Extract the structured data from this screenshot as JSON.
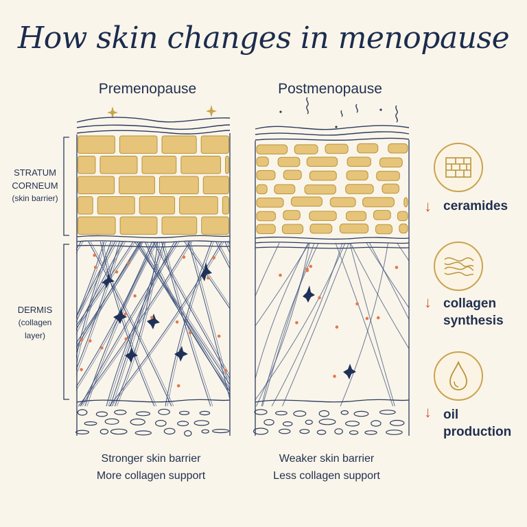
{
  "title": "How skin changes in menopause",
  "columns": [
    {
      "heading": "Premenopause",
      "caption_lines": [
        "Stronger skin barrier",
        "More collagen support"
      ]
    },
    {
      "heading": "Postmenopause",
      "caption_lines": [
        "Weaker skin barrier",
        "Less collagen support"
      ]
    }
  ],
  "layers": {
    "stratum": {
      "line1": "STRATUM",
      "line2": "CORNEUM",
      "sub": "(skin barrier)"
    },
    "dermis": {
      "line1": "DERMIS",
      "sub1": "(collagen",
      "sub2": "layer)"
    }
  },
  "factors": [
    {
      "arrow": "↓",
      "label_lines": [
        "ceramides"
      ],
      "icon": "brick-wall-icon"
    },
    {
      "arrow": "↓",
      "label_lines": [
        "collagen",
        "synthesis"
      ],
      "icon": "collagen-fiber-icon"
    },
    {
      "arrow": "↓",
      "label_lines": [
        "oil",
        "production"
      ],
      "icon": "oil-drop-icon"
    }
  ],
  "colors": {
    "background": "#faf5ea",
    "ink": "#1f2f4f",
    "brick": "#e6c47a",
    "brick_edge": "#b8933a",
    "fiber": "#3a4f7a",
    "dot": "#e07a4f",
    "accent_gold": "#c9a34f",
    "arrow": "#d05a3a"
  }
}
